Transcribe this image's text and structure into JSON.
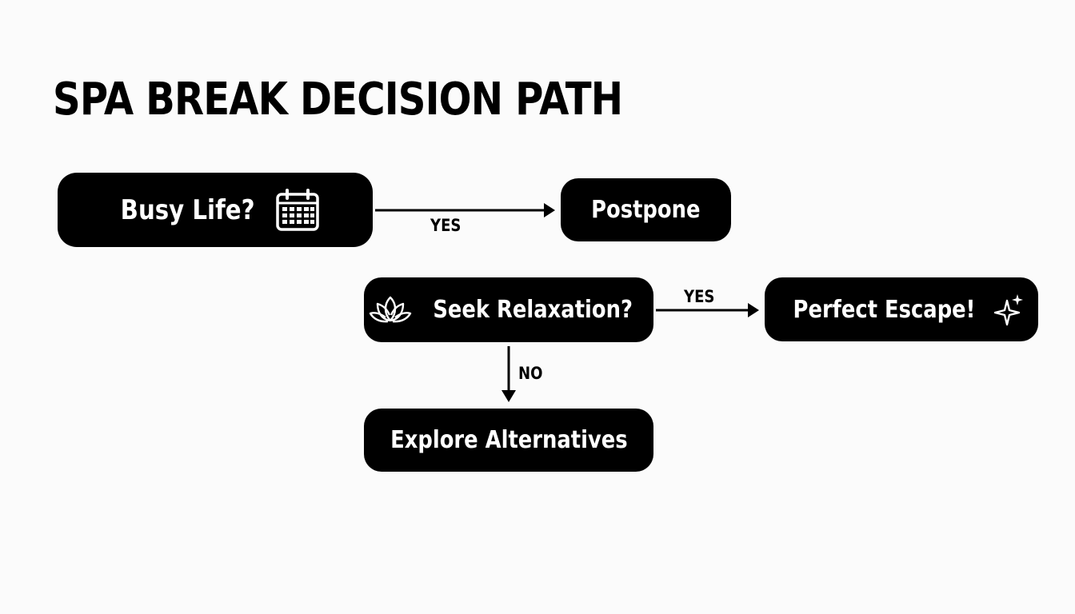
{
  "title": "SPA BREAK DECISION PATH",
  "nodes": {
    "busy": {
      "label": "Busy Life?",
      "icon": "calendar-icon"
    },
    "postpone": {
      "label": "Postpone"
    },
    "relax": {
      "label": "Seek Relaxation?",
      "icon": "lotus-icon"
    },
    "escape": {
      "label": "Perfect Escape!",
      "icon": "sparkles-icon"
    },
    "explore": {
      "label": "Explore Alternatives"
    }
  },
  "edges": [
    {
      "from": "busy",
      "to": "postpone",
      "label": "YES"
    },
    {
      "from": "relax",
      "to": "escape",
      "label": "YES"
    },
    {
      "from": "relax",
      "to": "explore",
      "label": "NO"
    }
  ],
  "colors": {
    "node_fill": "#000000",
    "node_text": "#ffffff",
    "background": "#fbfbfb"
  }
}
